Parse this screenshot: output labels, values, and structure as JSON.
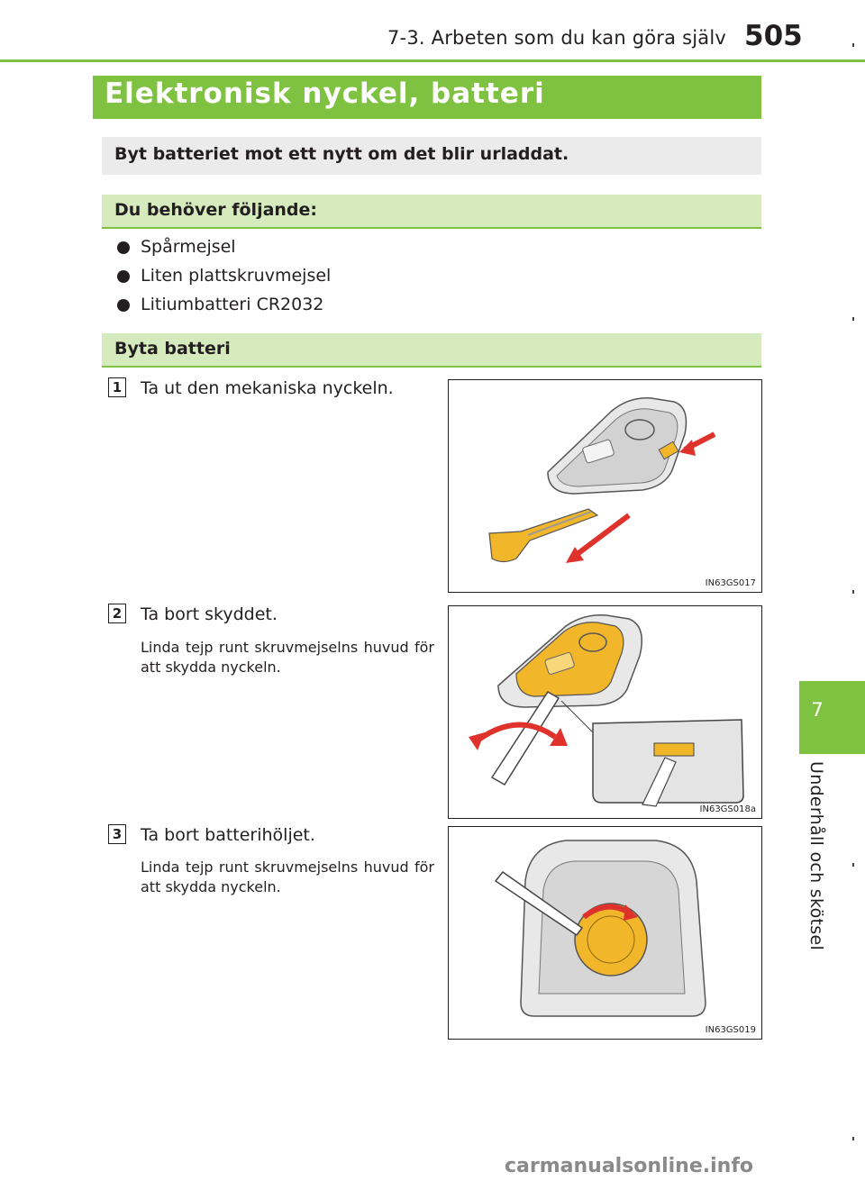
{
  "header": {
    "section": "7-3. Arbeten som du kan göra själv",
    "page_number": "505"
  },
  "title": "Elektronisk nyckel, batteri",
  "intro": "Byt batteriet mot ett nytt om det blir urladdat.",
  "need_section": {
    "heading": "Du behöver följande:",
    "items": [
      "Spårmejsel",
      "Liten plattskruvmejsel",
      "Litiumbatteri CR2032"
    ]
  },
  "replace_section": {
    "heading": "Byta batteri",
    "steps": [
      {
        "number": "1",
        "text": "Ta ut den mekaniska nyckeln.",
        "note": "",
        "figure_code": "IN63GS017"
      },
      {
        "number": "2",
        "text": "Ta bort skyddet.",
        "note": "Linda tejp runt skruvmejselns huvud för att skydda nyckeln.",
        "figure_code": "IN63GS018a"
      },
      {
        "number": "3",
        "text": "Ta bort batterihöljet.",
        "note": "Linda tejp runt skruvmejselns huvud för att skydda nyckeln.",
        "figure_code": "IN63GS019"
      }
    ]
  },
  "side_tab": {
    "chapter": "7",
    "label": "Underhåll och skötsel"
  },
  "watermark": "carmanualsonline.info",
  "colors": {
    "accent": "#7fc241",
    "section_bg": "#d6ebbd",
    "intro_bg": "#ebebeb",
    "highlight": "#f2b62b",
    "arrow": "#e0322c"
  }
}
